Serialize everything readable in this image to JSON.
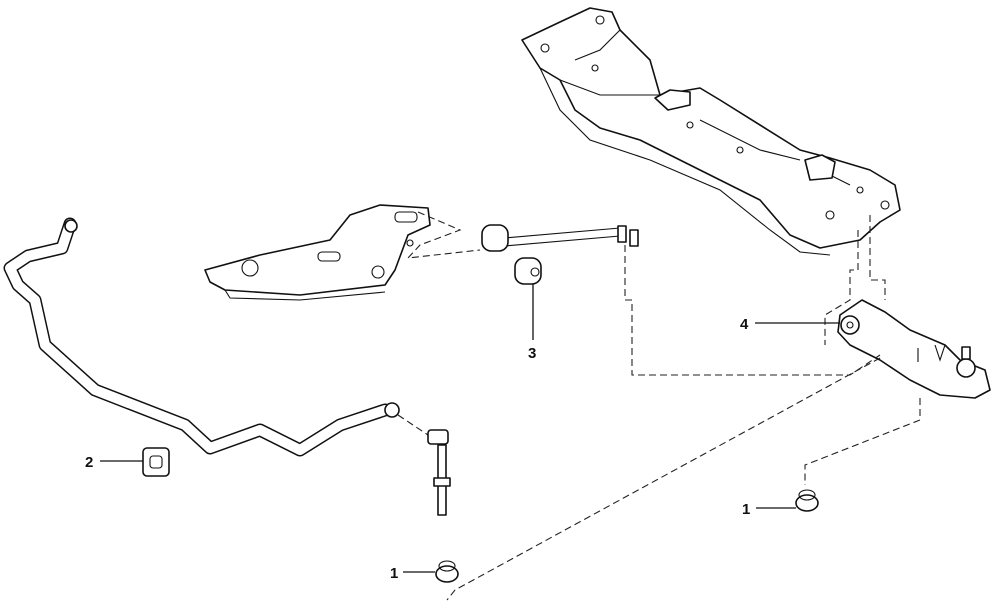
{
  "diagram": {
    "callouts": [
      {
        "id": "1",
        "part": "bushing-lower-left"
      },
      {
        "id": "2",
        "part": "stabilizer-bushing"
      },
      {
        "id": "3",
        "part": "tension-rod-bushing"
      },
      {
        "id": "4",
        "part": "lower-control-arm"
      },
      {
        "id": "1",
        "part": "bushing-lower-right"
      }
    ],
    "line_color": "#111111"
  }
}
